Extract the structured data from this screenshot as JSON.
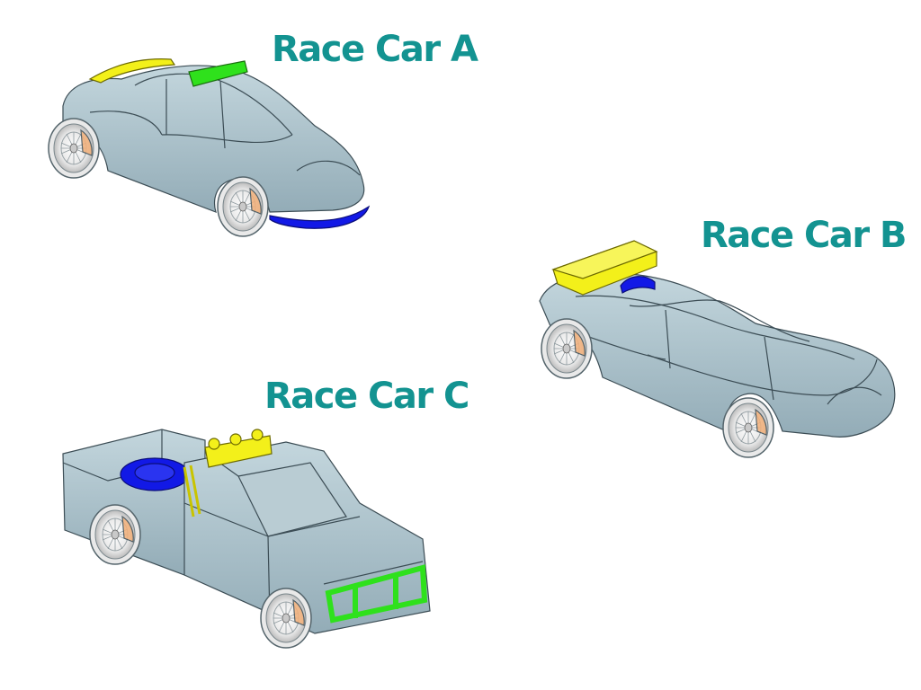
{
  "colors": {
    "label": "#139391",
    "body": "#a9c2cc",
    "body_dark": "#7f98a3",
    "outline": "#3c4d55",
    "yellow": "#f3f01a",
    "green": "#2fe11c",
    "blue": "#1219e6",
    "rim": "#f2f2f2",
    "hub_orange": "#f2b07a"
  },
  "cars": [
    {
      "name": "Race Car A",
      "icon": "sports-car-model"
    },
    {
      "name": "Race Car B",
      "icon": "dragster-car-model"
    },
    {
      "name": "Race Car C",
      "icon": "pickup-truck-model"
    }
  ]
}
